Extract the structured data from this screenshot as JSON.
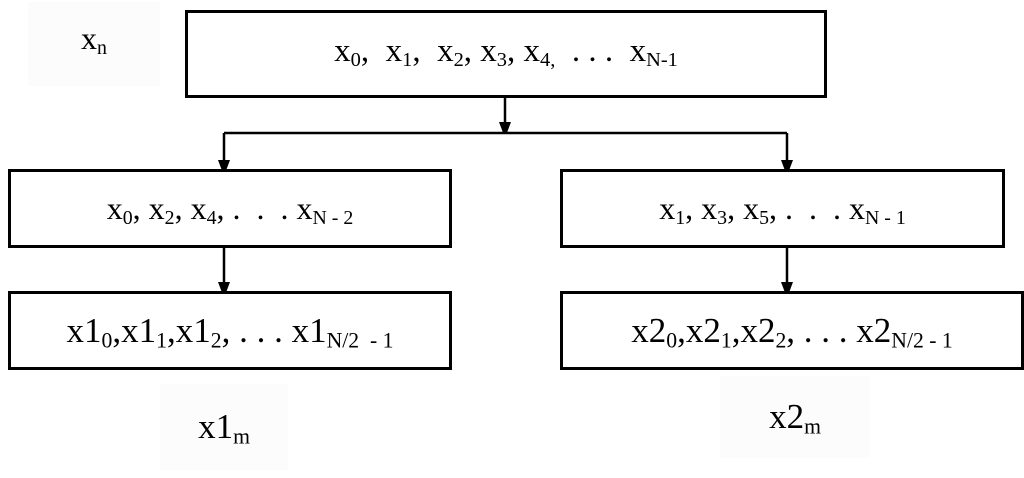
{
  "signal_label": {
    "terms": [
      {
        "b": "x",
        "s": "n",
        "t": ""
      }
    ]
  },
  "boxes": {
    "input": {
      "terms": [
        {
          "b": "x",
          "s": "0",
          "t": ",  "
        },
        {
          "b": "x",
          "s": "1",
          "t": ",  "
        },
        {
          "b": "x",
          "s": "2",
          "t": ", "
        },
        {
          "b": "x",
          "s": "3",
          "t": ", "
        },
        {
          "b": "x",
          "s": "4,",
          "t": "  . . .  "
        },
        {
          "b": "x",
          "s": "N-1",
          "t": ""
        }
      ]
    },
    "even": {
      "terms": [
        {
          "b": "x",
          "s": "0",
          "t": ", "
        },
        {
          "b": "x",
          "s": "2",
          "t": ", "
        },
        {
          "b": "x",
          "s": "4",
          "t": ", .  .  . "
        },
        {
          "b": "x",
          "s": "N - 2",
          "t": ""
        }
      ]
    },
    "odd": {
      "terms": [
        {
          "b": "x",
          "s": "1",
          "t": ", "
        },
        {
          "b": "x",
          "s": "3",
          "t": ", "
        },
        {
          "b": "x",
          "s": "5",
          "t": ", .  .  . "
        },
        {
          "b": "x",
          "s": "N - 1",
          "t": ""
        }
      ]
    },
    "x1_seq": {
      "terms": [
        {
          "b": "x1",
          "s": "0",
          "t": ","
        },
        {
          "b": "x1",
          "s": "1",
          "t": ","
        },
        {
          "b": "x1",
          "s": "2",
          "t": ", . . . "
        },
        {
          "b": "x1",
          "s": "N/2  - 1",
          "t": ""
        }
      ]
    },
    "x2_seq": {
      "terms": [
        {
          "b": "x2",
          "s": "0",
          "t": ","
        },
        {
          "b": "x2",
          "s": "1",
          "t": ","
        },
        {
          "b": "x2",
          "s": "2",
          "t": ", . . . "
        },
        {
          "b": "x2",
          "s": "N/2 - 1",
          "t": ""
        }
      ]
    }
  },
  "x1_label": {
    "terms": [
      {
        "b": "x1",
        "s": "m",
        "t": ""
      }
    ]
  },
  "x2_label": {
    "terms": [
      {
        "b": "x2",
        "s": "m",
        "t": ""
      }
    ]
  }
}
